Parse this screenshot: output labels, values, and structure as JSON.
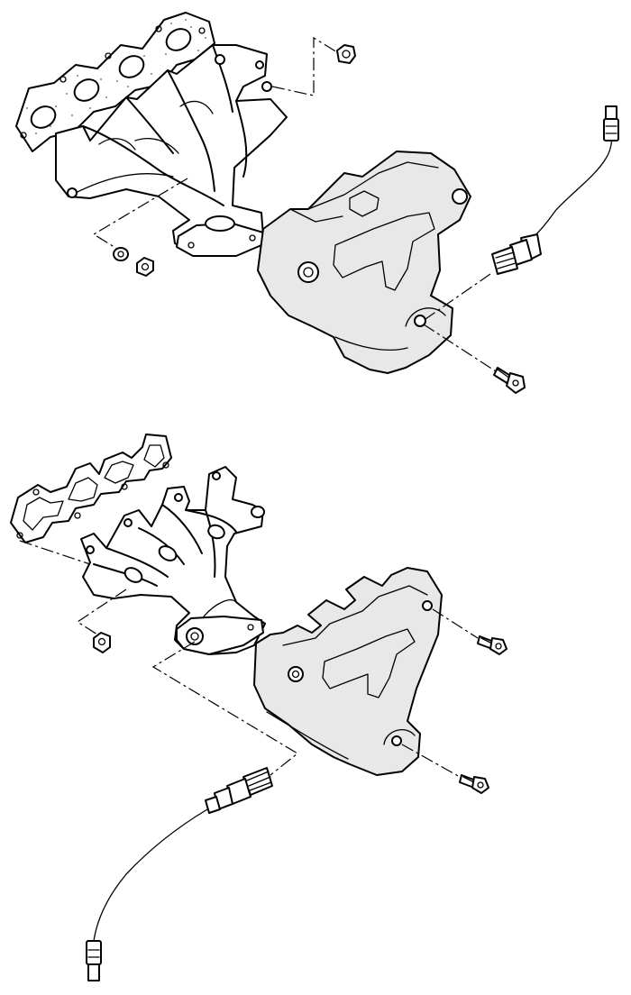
{
  "diagram": {
    "assemblies": [
      {
        "id": "upper",
        "parts": [
          "gasket",
          "exhaust-manifold",
          "heat-shield",
          "oxygen-sensor",
          "nut",
          "washer",
          "bolt"
        ]
      },
      {
        "id": "lower",
        "parts": [
          "gasket",
          "exhaust-manifold",
          "heat-shield",
          "oxygen-sensor",
          "nut",
          "bolt",
          "bolt"
        ]
      }
    ]
  }
}
